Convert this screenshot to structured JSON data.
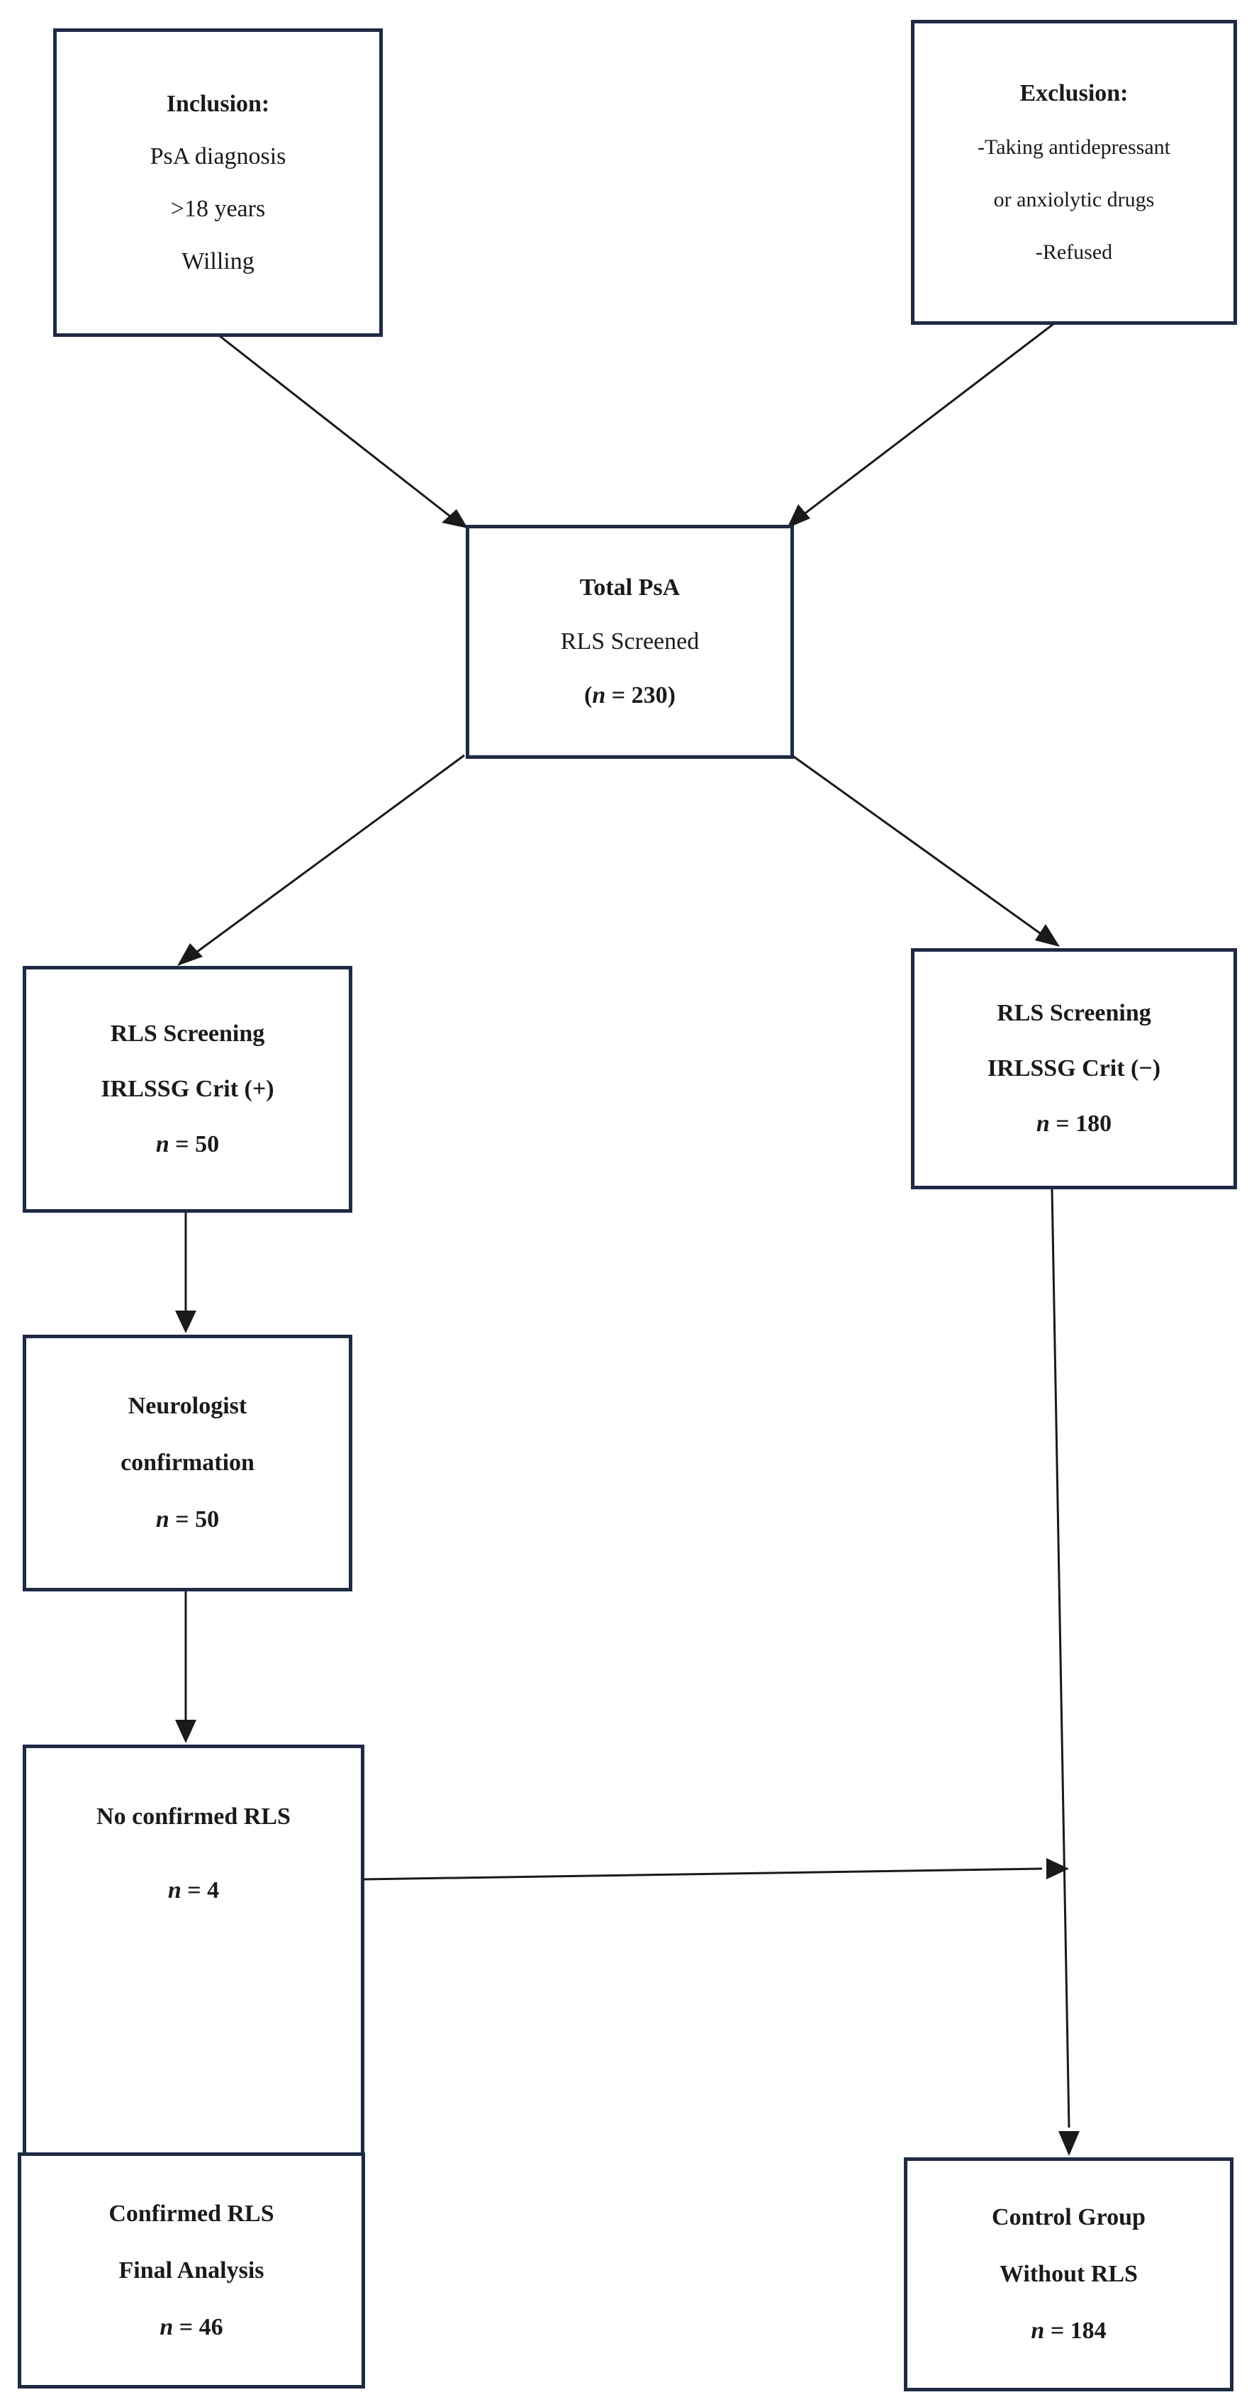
{
  "boxes": {
    "inclusion": {
      "title": "Inclusion:",
      "lines": [
        "PsA diagnosis",
        ">18 years",
        "Willing"
      ]
    },
    "exclusion": {
      "title": "Exclusion:",
      "lines": [
        "-Taking antidepressant",
        "or anxiolytic drugs",
        "-Refused"
      ]
    },
    "total": {
      "title": "Total PsA",
      "line": "RLS Screened",
      "count_open": "(",
      "count_var": "n",
      "count_rest": " = 230)"
    },
    "screen_pos": {
      "line1": "RLS Screening",
      "line2": "IRLSSG Crit (+)",
      "count_var": "n",
      "count_rest": " = 50"
    },
    "screen_neg": {
      "line1": "RLS Screening",
      "line2": "IRLSSG Crit (−)",
      "count_var": "n",
      "count_rest": " = 180"
    },
    "neuro": {
      "line1": "Neurologist",
      "line2": "confirmation",
      "count_var": "n",
      "count_rest": " = 50"
    },
    "no_confirmed": {
      "line1": "No confirmed RLS",
      "count_var": "n",
      "count_rest": " = 4"
    },
    "confirmed": {
      "line1": "Confirmed RLS",
      "line2": "Final Analysis",
      "count_var": "n",
      "count_rest": " = 46"
    },
    "control": {
      "line1": "Control Group",
      "line2": "Without RLS",
      "count_var": "n",
      "count_rest": " = 184"
    }
  }
}
